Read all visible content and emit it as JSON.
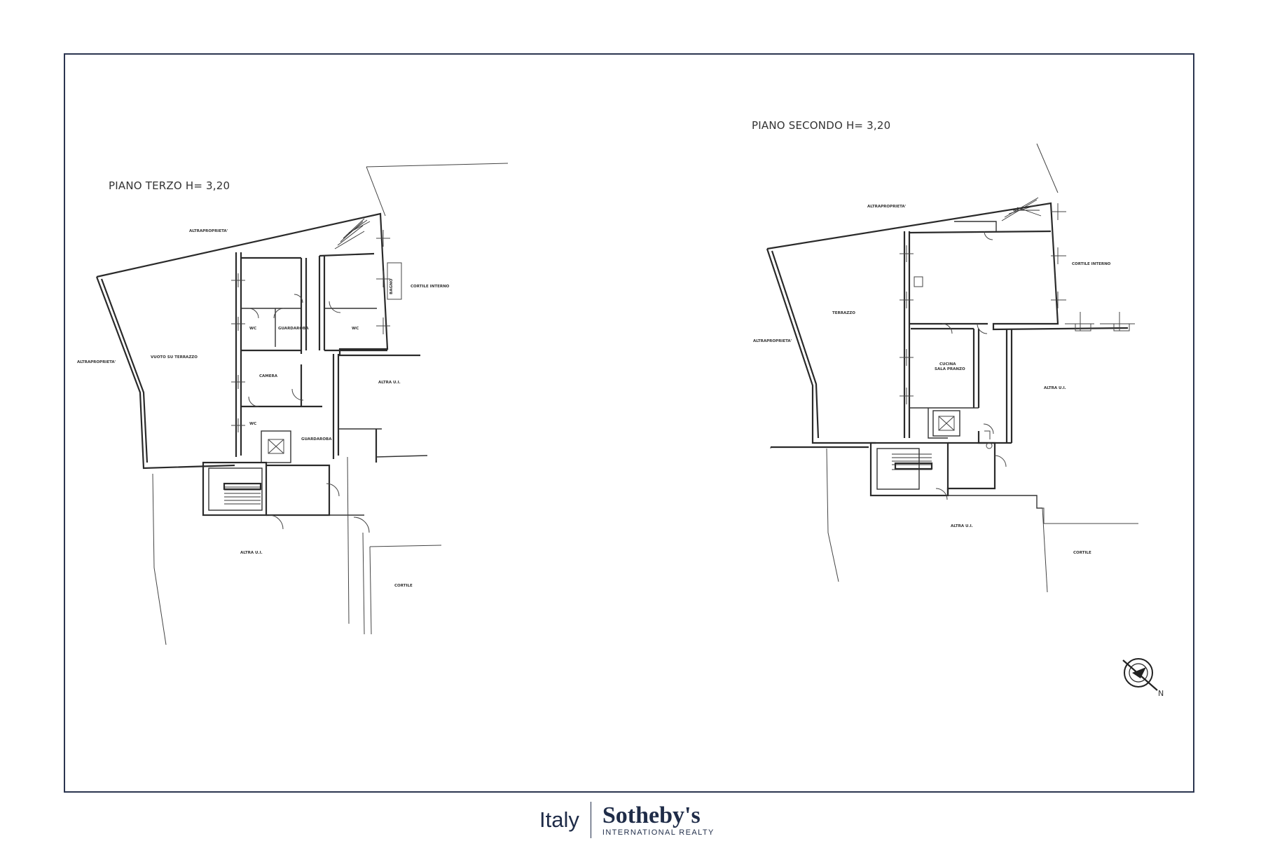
{
  "plans": {
    "left": {
      "title": "PIANO TERZO H= 3,20",
      "rooms": {
        "terrace": "VUOTO SU TERRAZZO",
        "wc1": "WC",
        "closet1": "GUARDAROBA",
        "wc2": "WC",
        "bedroom": "CAMERA",
        "wc3": "WC",
        "closet2": "GUARDAROBA",
        "bath_vert": "BAGNO"
      },
      "surroundings": {
        "top": "ALTRAPROPRIETA'",
        "left": "ALTRAPROPRIETA'",
        "courtyard_inner": "CORTILE INTERNO",
        "other_ui_right": "ALTRA U.I.",
        "other_ui_bottom": "ALTRA U.I.",
        "courtyard": "CORTILE"
      }
    },
    "right": {
      "title": "PIANO SECONDO H= 3,20",
      "rooms": {
        "terrace": "TERRAZZO",
        "kitchen_line1": "CUCINA",
        "kitchen_line2": "SALA PRANZO"
      },
      "surroundings": {
        "top": "ALTRAPROPRIETA'",
        "left": "ALTRAPROPRIETA'",
        "courtyard_inner": "CORTILE INTERNO",
        "other_ui_right": "ALTRA U.I.",
        "other_ui_bottom": "ALTRA U.I.",
        "courtyard": "CORTILE"
      }
    },
    "north_label": "N"
  },
  "footer": {
    "region": "Italy",
    "brand": "Sotheby's",
    "tagline": "INTERNATIONAL REALTY"
  },
  "colors": {
    "frame": "#2b3550",
    "brand": "#1f2c48",
    "lines": "#2a2a2a"
  }
}
